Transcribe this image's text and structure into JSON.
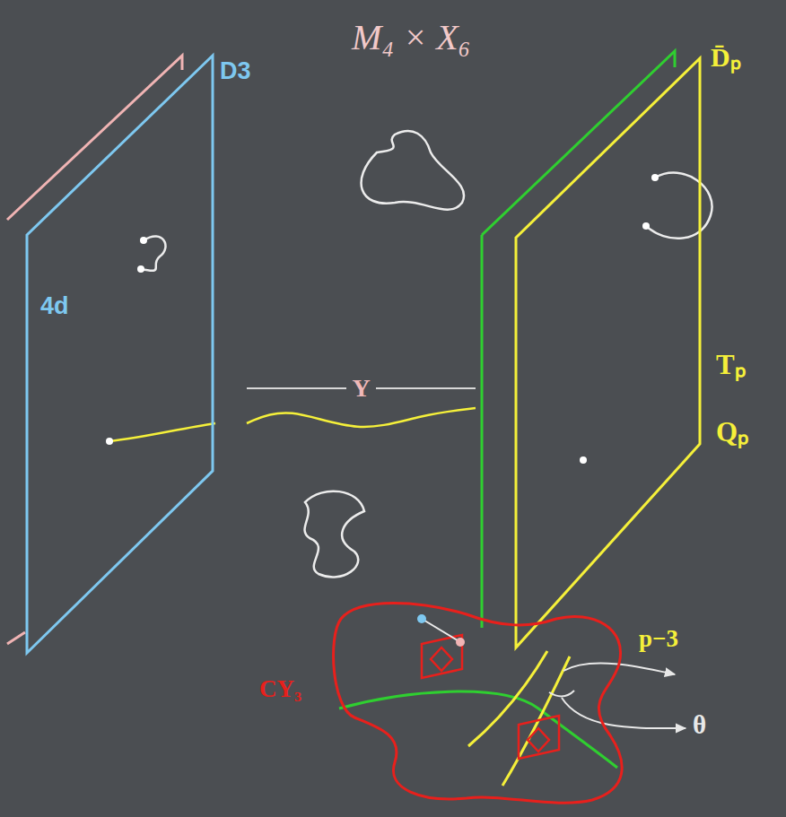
{
  "diagram": {
    "title": "M₄ × X₆",
    "nodes": [
      {
        "text": [
          "D3",
          "4d"
        ]
      },
      {
        "text": [
          "D̄ₚ",
          "Tₚ",
          "Qₚ"
        ]
      },
      {
        "text": [
          "CY₃"
        ]
      }
    ],
    "edges": [
      {
        "from": 0,
        "to": 1,
        "arrow": "none"
      },
      {
        "from": 0,
        "to": 1,
        "label": "Y",
        "arrow": "none"
      }
    ],
    "labels": [
      "p−3",
      "θ"
    ]
  }
}
